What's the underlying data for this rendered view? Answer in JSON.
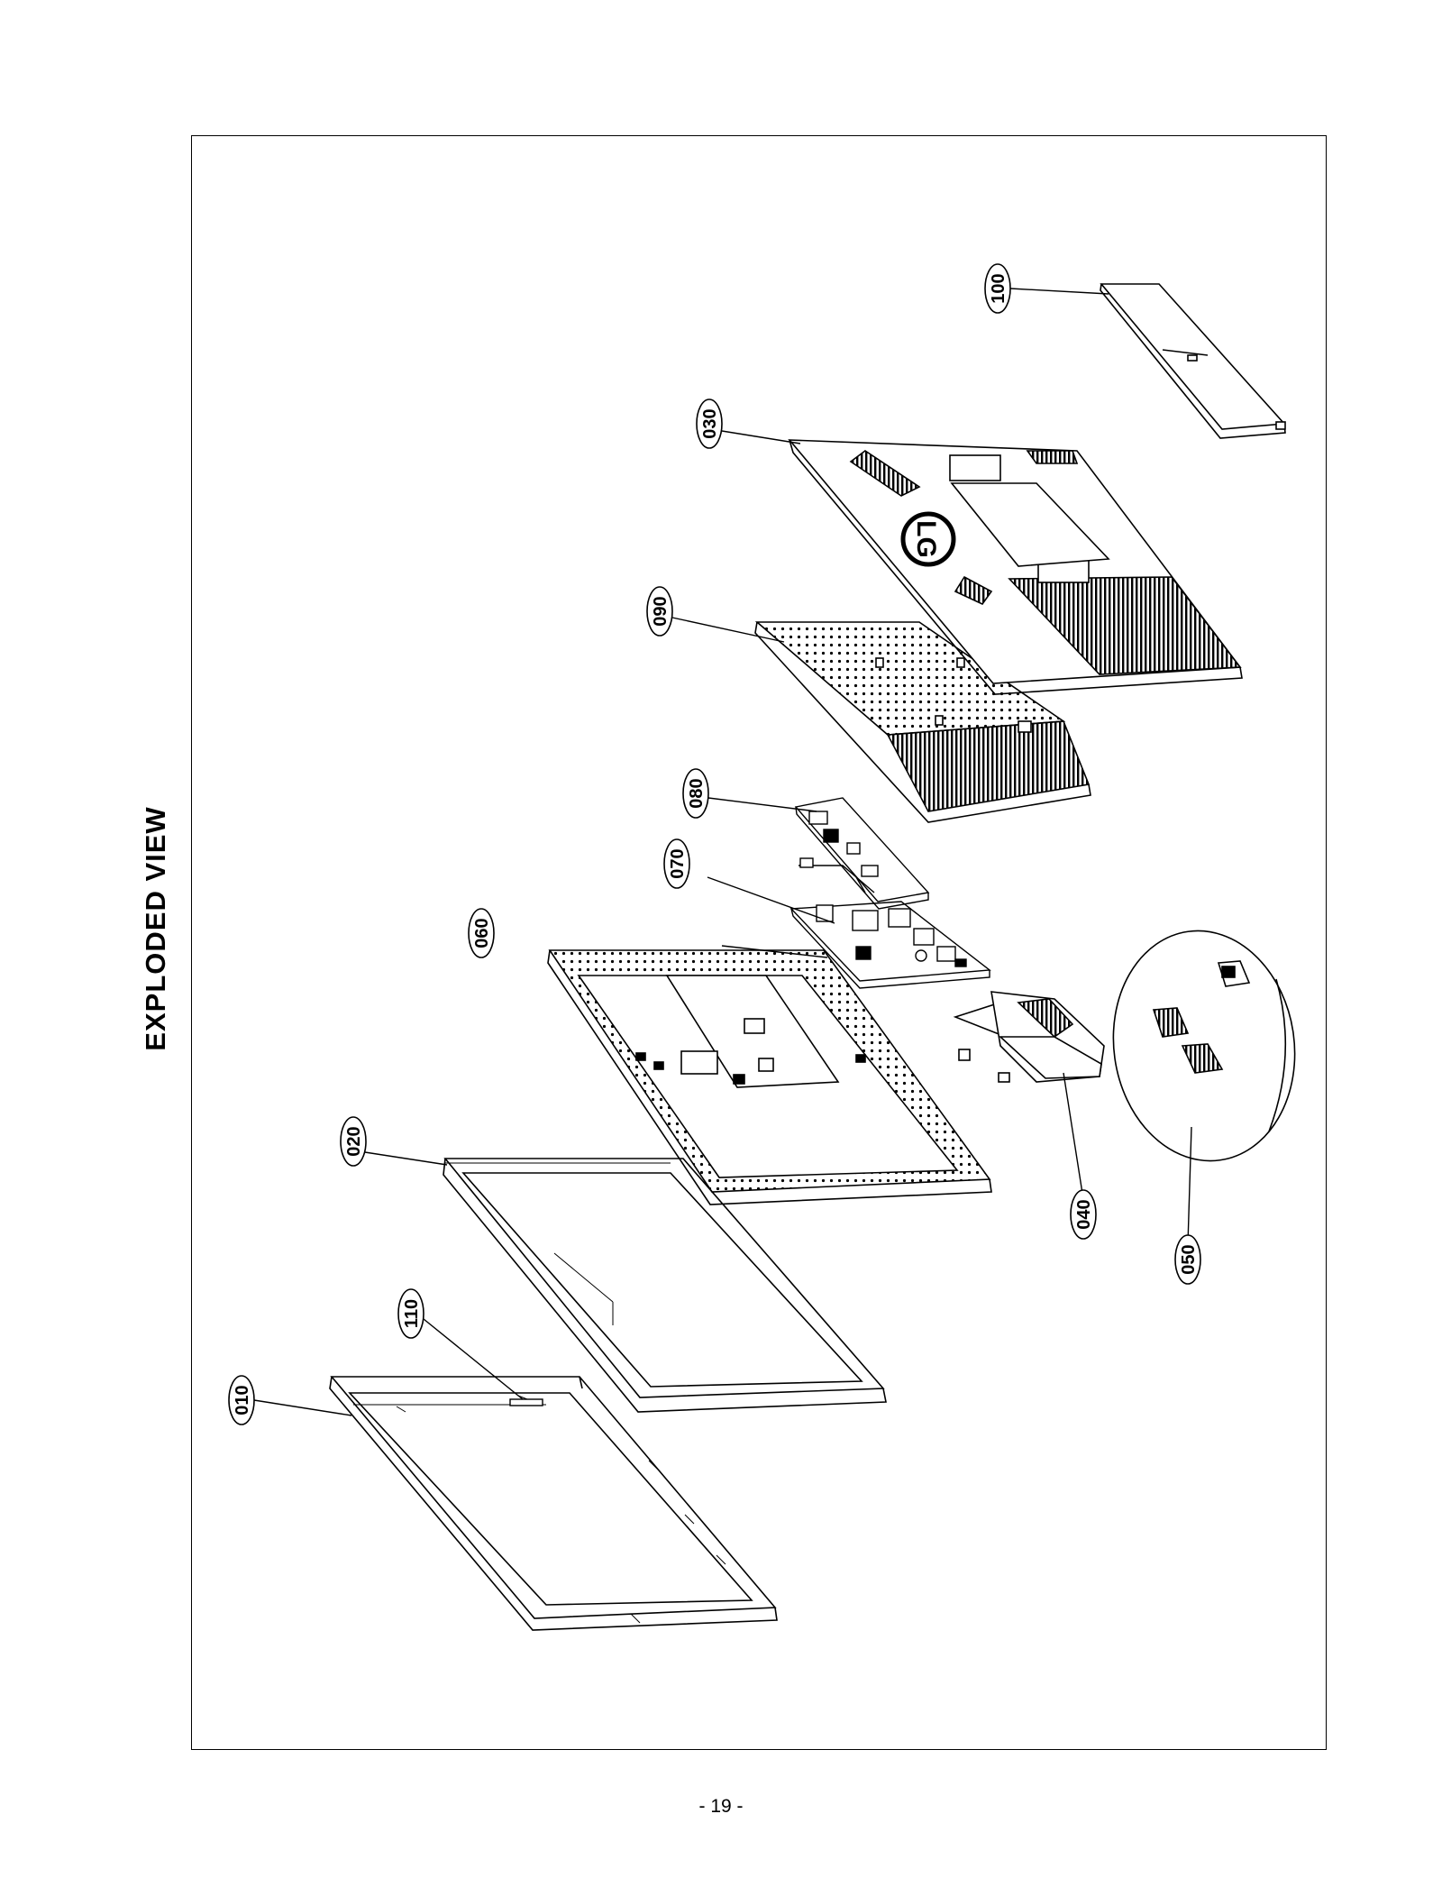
{
  "page": {
    "title": "EXPLODED VIEW",
    "page_number": "- 19 -"
  },
  "logo_text": "LG",
  "callouts": [
    {
      "id": "010",
      "label": "010"
    },
    {
      "id": "020",
      "label": "020"
    },
    {
      "id": "030",
      "label": "030"
    },
    {
      "id": "040",
      "label": "040"
    },
    {
      "id": "050",
      "label": "050"
    },
    {
      "id": "060",
      "label": "060"
    },
    {
      "id": "070",
      "label": "070"
    },
    {
      "id": "080",
      "label": "080"
    },
    {
      "id": "090",
      "label": "090"
    },
    {
      "id": "100",
      "label": "100"
    },
    {
      "id": "110",
      "label": "110"
    }
  ]
}
